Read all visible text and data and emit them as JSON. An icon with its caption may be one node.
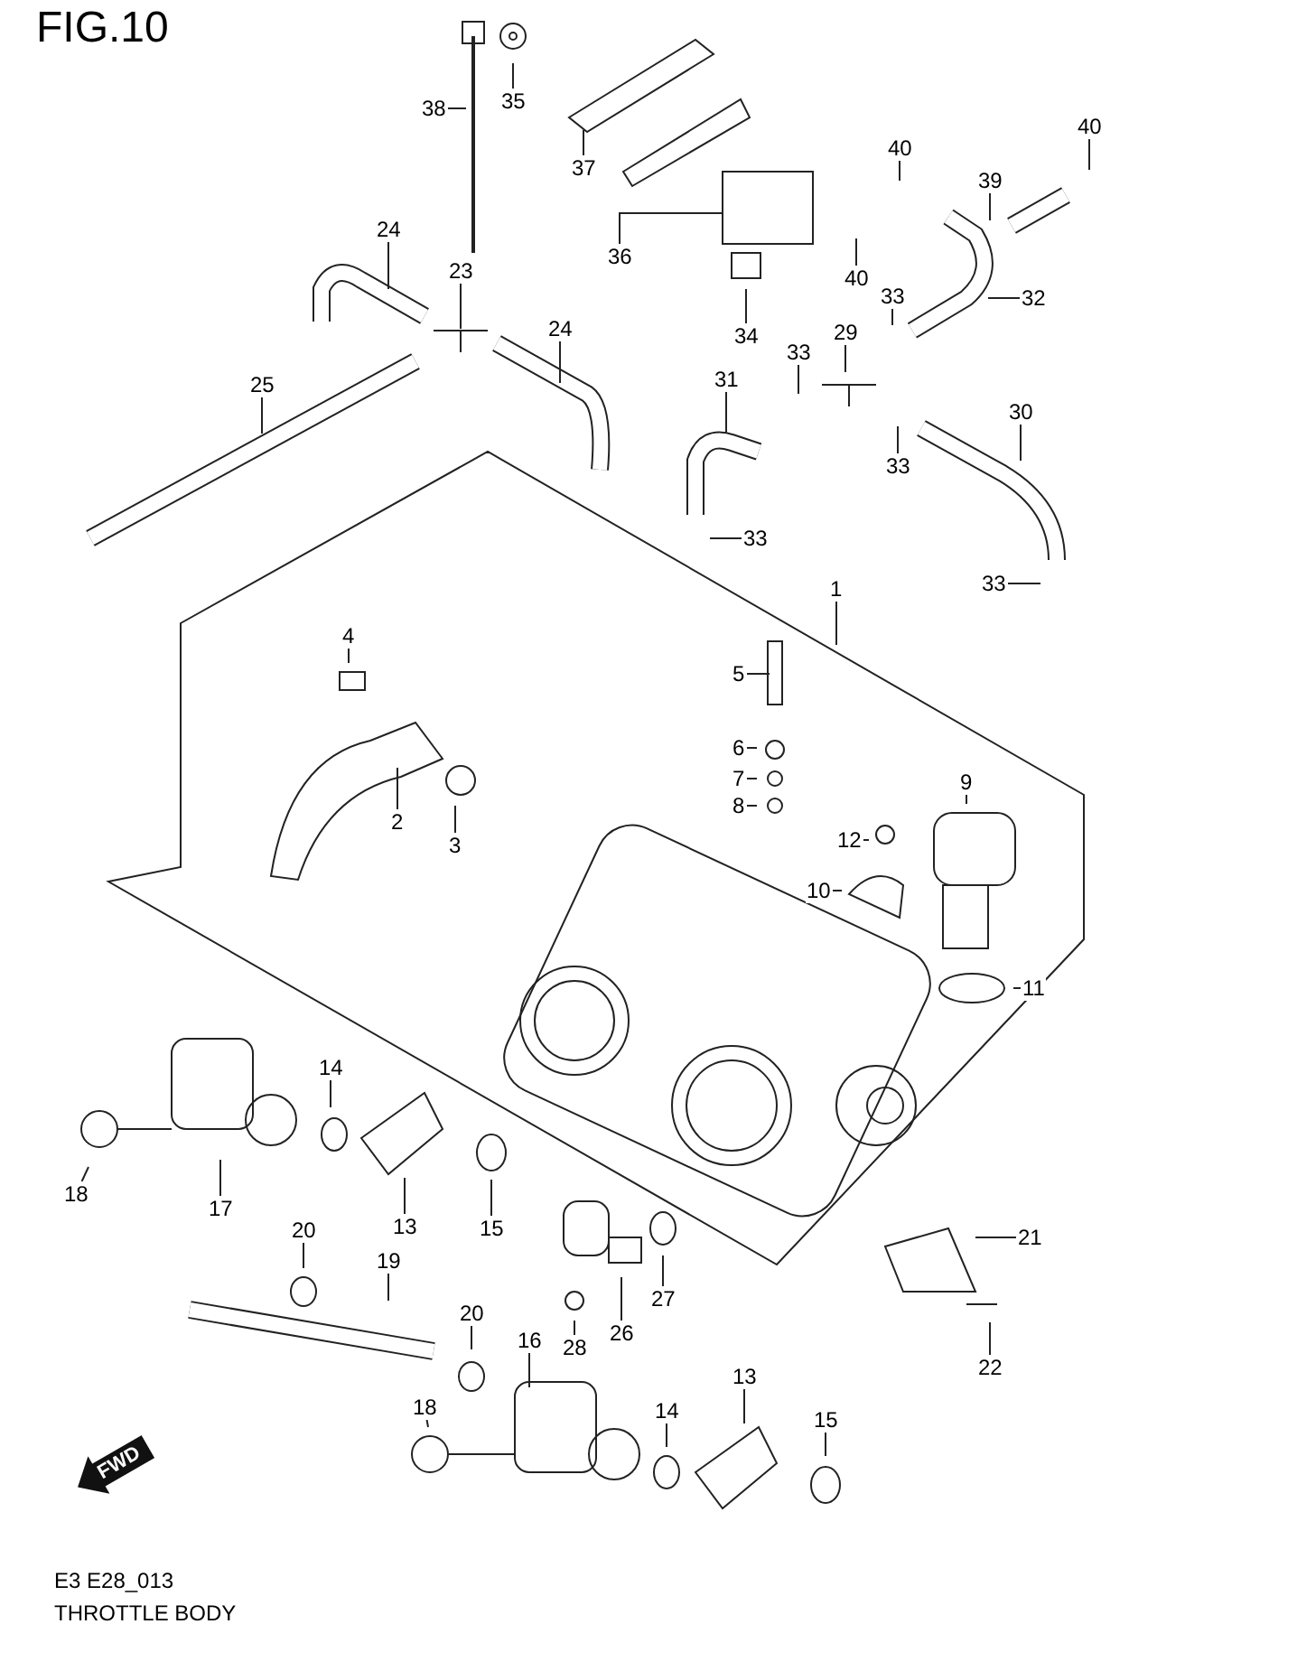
{
  "diagram": {
    "caption": "THROTTLE BODY",
    "nodes": [
      {
        "text": [
          "38"
        ]
      },
      {
        "text": [
          "35"
        ]
      },
      {
        "text": [
          "37"
        ]
      },
      {
        "text": [
          "36"
        ]
      },
      {
        "text": [
          "40"
        ]
      },
      {
        "text": [
          "40"
        ]
      },
      {
        "text": [
          "39"
        ]
      },
      {
        "text": [
          "34"
        ]
      },
      {
        "text": [
          "40"
        ]
      },
      {
        "text": [
          "32"
        ]
      },
      {
        "text": [
          "24"
        ]
      },
      {
        "text": [
          "23"
        ]
      },
      {
        "text": [
          "33"
        ]
      },
      {
        "text": [
          "29"
        ]
      },
      {
        "text": [
          "33"
        ]
      },
      {
        "text": [
          "24"
        ]
      },
      {
        "text": [
          "25"
        ]
      },
      {
        "text": [
          "31"
        ]
      },
      {
        "text": [
          "30"
        ]
      },
      {
        "text": [
          "33"
        ]
      },
      {
        "text": [
          "33"
        ]
      },
      {
        "text": [
          "33"
        ]
      },
      {
        "text": [
          "1"
        ]
      },
      {
        "text": [
          "4"
        ]
      },
      {
        "text": [
          "5"
        ]
      },
      {
        "text": [
          "6"
        ]
      },
      {
        "text": [
          "7"
        ]
      },
      {
        "text": [
          "8"
        ]
      },
      {
        "text": [
          "9"
        ]
      },
      {
        "text": [
          "12"
        ]
      },
      {
        "text": [
          "2"
        ]
      },
      {
        "text": [
          "3"
        ]
      },
      {
        "text": [
          "10"
        ]
      },
      {
        "text": [
          "11"
        ]
      },
      {
        "text": [
          "14"
        ]
      },
      {
        "text": [
          "18"
        ]
      },
      {
        "text": [
          "17"
        ]
      },
      {
        "text": [
          "13"
        ]
      },
      {
        "text": [
          "15"
        ]
      },
      {
        "text": [
          "20"
        ]
      },
      {
        "text": [
          "19"
        ]
      },
      {
        "text": [
          "21"
        ]
      },
      {
        "text": [
          "27"
        ]
      },
      {
        "text": [
          "26"
        ]
      },
      {
        "text": [
          "20"
        ]
      },
      {
        "text": [
          "28"
        ]
      },
      {
        "text": [
          "22"
        ]
      },
      {
        "text": [
          "16"
        ]
      },
      {
        "text": [
          "18"
        ]
      },
      {
        "text": [
          "13"
        ]
      },
      {
        "text": [
          "14"
        ]
      },
      {
        "text": [
          "15"
        ]
      }
    ],
    "edges": [
      {
        "from": 0,
        "to": null,
        "arrow": "none"
      },
      {
        "from": 1,
        "to": null,
        "arrow": "none"
      },
      {
        "from": 2,
        "to": null,
        "arrow": "none"
      },
      {
        "from": 3,
        "to": null,
        "arrow": "none"
      },
      {
        "from": 4,
        "to": null,
        "arrow": "none"
      },
      {
        "from": 5,
        "to": null,
        "arrow": "none"
      },
      {
        "from": 6,
        "to": null,
        "arrow": "none"
      },
      {
        "from": 7,
        "to": null,
        "arrow": "none"
      },
      {
        "from": 8,
        "to": null,
        "arrow": "none"
      },
      {
        "from": 9,
        "to": null,
        "arrow": "none"
      },
      {
        "from": 10,
        "to": null,
        "arrow": "none"
      },
      {
        "from": 11,
        "to": null,
        "arrow": "none"
      },
      {
        "from": 12,
        "to": null,
        "arrow": "none"
      },
      {
        "from": 13,
        "to": null,
        "arrow": "none"
      },
      {
        "from": 14,
        "to": null,
        "arrow": "none"
      },
      {
        "from": 15,
        "to": null,
        "arrow": "none"
      },
      {
        "from": 16,
        "to": null,
        "arrow": "none"
      },
      {
        "from": 17,
        "to": null,
        "arrow": "none"
      },
      {
        "from": 18,
        "to": null,
        "arrow": "none"
      },
      {
        "from": 19,
        "to": null,
        "arrow": "none"
      },
      {
        "from": 20,
        "to": null,
        "arrow": "none"
      },
      {
        "from": 21,
        "to": null,
        "arrow": "none"
      },
      {
        "from": 22,
        "to": null,
        "arrow": "none"
      },
      {
        "from": 23,
        "to": null,
        "arrow": "none"
      },
      {
        "from": 24,
        "to": null,
        "arrow": "none"
      },
      {
        "from": 25,
        "to": null,
        "arrow": "none"
      },
      {
        "from": 26,
        "to": null,
        "arrow": "none"
      },
      {
        "from": 27,
        "to": null,
        "arrow": "none"
      },
      {
        "from": 28,
        "to": null,
        "arrow": "none"
      },
      {
        "from": 29,
        "to": null,
        "arrow": "none"
      },
      {
        "from": 30,
        "to": null,
        "arrow": "none"
      },
      {
        "from": 31,
        "to": null,
        "arrow": "none"
      },
      {
        "from": 32,
        "to": null,
        "arrow": "none"
      },
      {
        "from": 33,
        "to": null,
        "arrow": "none"
      },
      {
        "from": 34,
        "to": null,
        "arrow": "none"
      },
      {
        "from": 35,
        "to": null,
        "arrow": "none"
      },
      {
        "from": 36,
        "to": null,
        "arrow": "none"
      },
      {
        "from": 37,
        "to": null,
        "arrow": "none"
      },
      {
        "from": 38,
        "to": null,
        "arrow": "none"
      },
      {
        "from": 39,
        "to": null,
        "arrow": "none"
      },
      {
        "from": 40,
        "to": null,
        "arrow": "none"
      },
      {
        "from": 41,
        "to": null,
        "arrow": "none"
      },
      {
        "from": 42,
        "to": null,
        "arrow": "none"
      },
      {
        "from": 43,
        "to": null,
        "arrow": "none"
      },
      {
        "from": 44,
        "to": null,
        "arrow": "none"
      },
      {
        "from": 45,
        "to": null,
        "arrow": "none"
      },
      {
        "from": 46,
        "to": null,
        "arrow": "none"
      },
      {
        "from": 47,
        "to": null,
        "arrow": "none"
      },
      {
        "from": 48,
        "to": null,
        "arrow": "none"
      },
      {
        "from": 49,
        "to": null,
        "arrow": "none"
      },
      {
        "from": 50,
        "to": null,
        "arrow": "none"
      },
      {
        "from": 51,
        "to": null,
        "arrow": "none"
      }
    ],
    "labels": [
      "FIG.10",
      "FWD",
      "E3 E28_013"
    ]
  }
}
